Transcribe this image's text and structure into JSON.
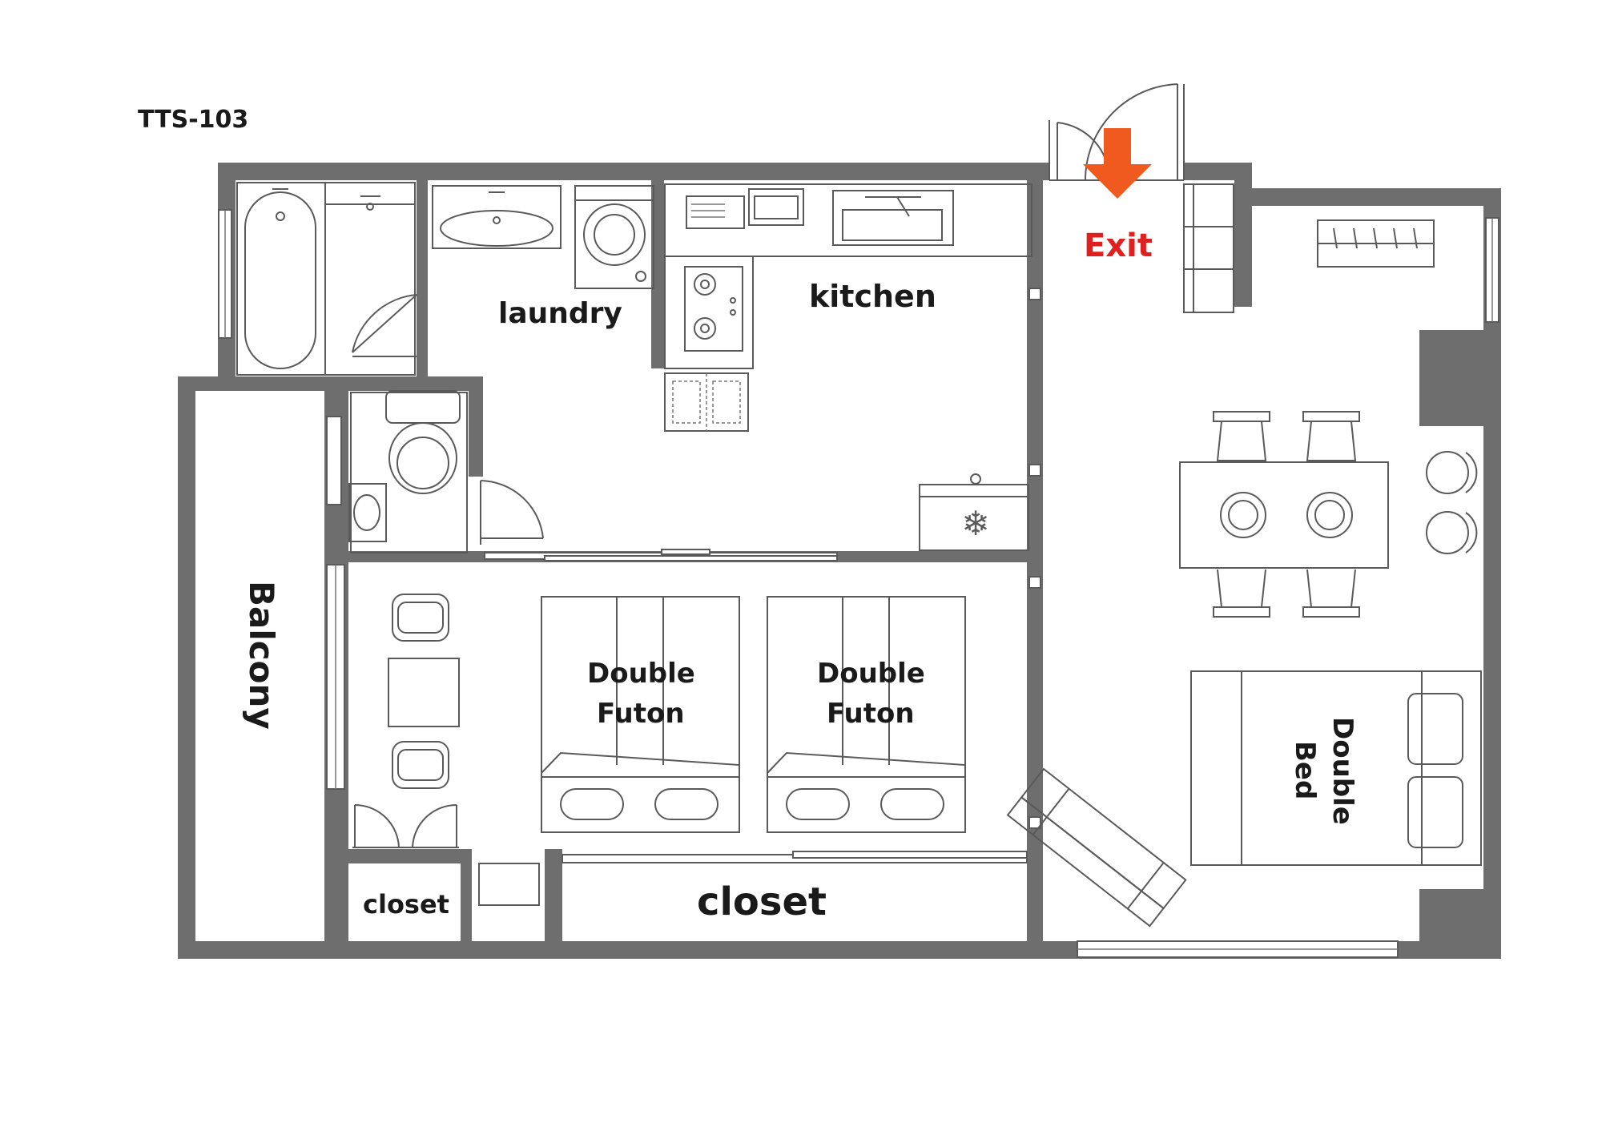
{
  "unit_code": "TTS-103",
  "rooms": {
    "laundry": "laundry",
    "kitchen": "kitchen",
    "exit": "Exit",
    "balcony": "Balcony",
    "futon_1": [
      "Double",
      "Futon"
    ],
    "futon_2": [
      "Double",
      "Futon"
    ],
    "double_bed": [
      "Double",
      "Bed"
    ],
    "closet_small": "closet",
    "closet_large": "closet"
  },
  "colors": {
    "wall": "#6e6e6e",
    "exit_label": "#e0201e",
    "exit_arrow": "#f05a1e"
  }
}
